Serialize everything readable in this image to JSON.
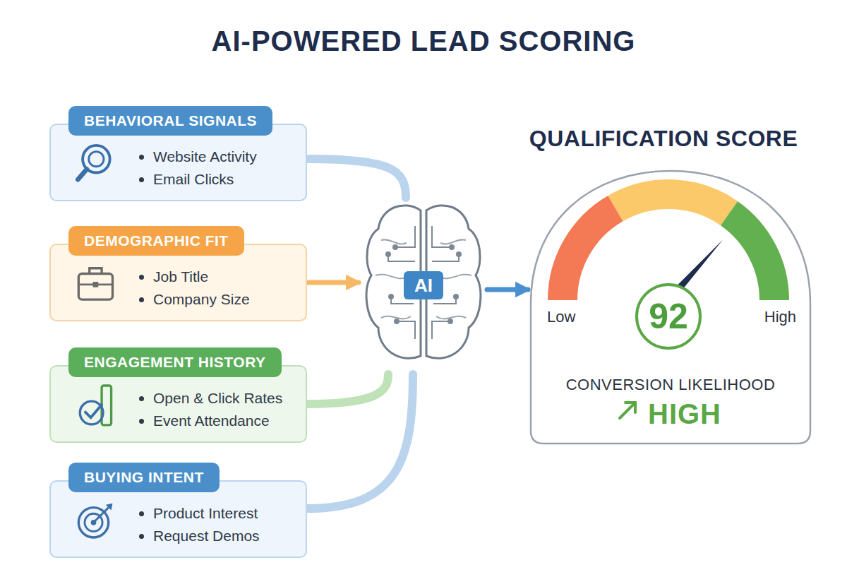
{
  "diagram": {
    "title": "AI-POWERED LEAD SCORING",
    "nodes": [
      {
        "text": [
          "BEHAVIORAL SIGNALS",
          "Website Activity",
          "Email Clicks"
        ]
      },
      {
        "text": [
          "DEMOGRAPHIC FIT",
          "Job Title",
          "Company Size"
        ]
      },
      {
        "text": [
          "ENGAGEMENT HISTORY",
          "Open & Click Rates",
          "Event Attendance"
        ]
      },
      {
        "text": [
          "BUYING INTENT",
          "Product Interest",
          "Request Demos"
        ]
      },
      {
        "text": [
          "AI"
        ]
      },
      {
        "text": [
          "QUALIFICATION SCORE",
          "Low",
          "High",
          "CONVERSION LIKELIHOOD",
          "HIGH"
        ]
      },
      {
        "text": [
          "92"
        ],
        "in": 5
      }
    ],
    "edges": [
      {
        "from": 0,
        "to": 4,
        "arrow": "none"
      },
      {
        "from": 1,
        "to": 4,
        "arrow": "to"
      },
      {
        "from": 2,
        "to": 4,
        "arrow": "none"
      },
      {
        "from": 3,
        "to": 4,
        "arrow": "none"
      },
      {
        "from": 4,
        "to": 5,
        "arrow": "to"
      }
    ]
  }
}
